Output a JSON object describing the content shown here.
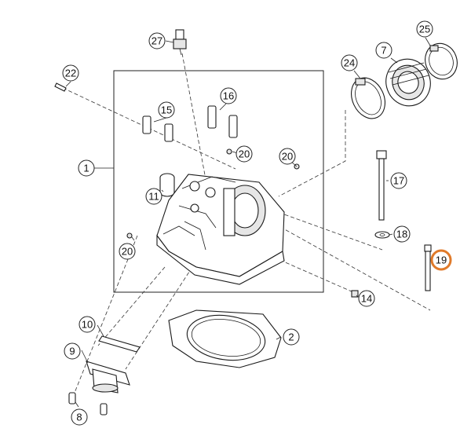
{
  "diagram": {
    "callouts": [
      {
        "id": "c27",
        "label": "27"
      },
      {
        "id": "c25",
        "label": "25"
      },
      {
        "id": "c7",
        "label": "7"
      },
      {
        "id": "c24",
        "label": "24"
      },
      {
        "id": "c22",
        "label": "22"
      },
      {
        "id": "c16",
        "label": "16"
      },
      {
        "id": "c15",
        "label": "15"
      },
      {
        "id": "c20a",
        "label": "20"
      },
      {
        "id": "c20b",
        "label": "20"
      },
      {
        "id": "c1",
        "label": "1"
      },
      {
        "id": "c17",
        "label": "17"
      },
      {
        "id": "c11",
        "label": "11"
      },
      {
        "id": "c18",
        "label": "18"
      },
      {
        "id": "c20c",
        "label": "20"
      },
      {
        "id": "c19",
        "label": "19",
        "highlighted": true
      },
      {
        "id": "c14",
        "label": "14"
      },
      {
        "id": "c10",
        "label": "10"
      },
      {
        "id": "c2",
        "label": "2"
      },
      {
        "id": "c9",
        "label": "9"
      },
      {
        "id": "c8",
        "label": "8"
      }
    ],
    "colors": {
      "line": "#1a1a1a",
      "highlight": "#e07a2a",
      "background": "#ffffff"
    }
  }
}
